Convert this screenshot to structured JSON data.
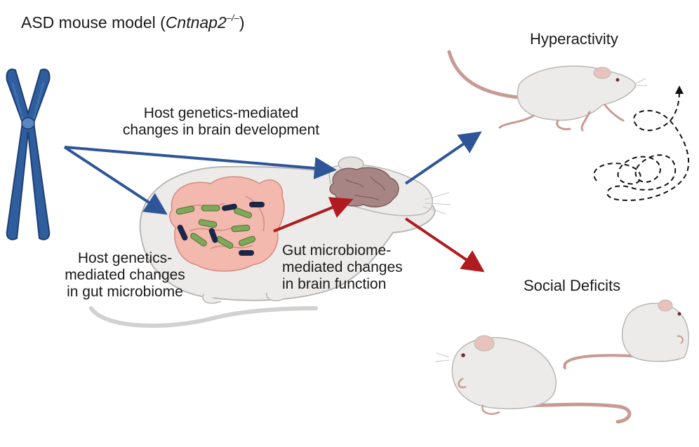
{
  "title": {
    "prefix": "ASD mouse model (",
    "gene": "Cntnap2",
    "superscript": "–/–",
    "suffix": ")"
  },
  "labels": {
    "host_brain_line1": "Host genetics-mediated",
    "host_brain_line2": "changes in brain development",
    "host_gut_line1": "Host genetics-",
    "host_gut_line2": "mediated changes",
    "host_gut_line3": "in gut microbiome",
    "gut_brain_line1": "Gut microbiome-",
    "gut_brain_line2": "mediated changes",
    "gut_brain_line3": "in brain function",
    "hyperactivity": "Hyperactivity",
    "social_deficits": "Social Deficits"
  },
  "colors": {
    "chromosome": "#2f5e9e",
    "blue_arrow": "#2e5597",
    "red_arrow": "#b01b1f",
    "mouse_body": "#ecebea",
    "mouse_outline": "#b9b7b4",
    "tail": "#c99a94",
    "brain": "#a88585",
    "gut": "#f3b8ae",
    "bacteria_green": "#7fa85a",
    "bacteria_navy": "#1c2748"
  },
  "icons": [
    "chromosome-icon",
    "mouse-with-gut-icon",
    "brain-icon",
    "running-mouse-icon",
    "movement-path-icon",
    "sitting-mouse-icon"
  ]
}
